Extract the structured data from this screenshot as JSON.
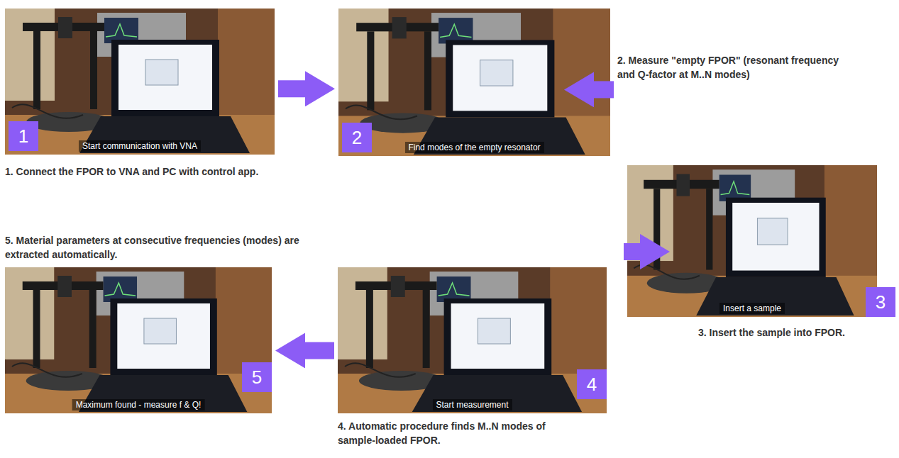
{
  "diagram": {
    "nodes": [
      {
        "text": [
          "1",
          "Start communication with VNA",
          "1. Connect the FPOR to VNA and PC with control app."
        ]
      },
      {
        "text": [
          "2",
          "Find modes of the empty resonator",
          "2. Measure \"empty FPOR\" (resonant frequency and Q-factor at M..N modes)"
        ]
      },
      {
        "text": [
          "3",
          "Insert a sample",
          "3. Insert the sample into FPOR."
        ]
      },
      {
        "text": [
          "4",
          "Start measurement",
          "4. Automatic procedure finds M..N modes of sample-loaded FPOR."
        ]
      },
      {
        "text": [
          "5",
          "Maximum found - measure f & Q!",
          "5. Material parameters at consecutive frequencies (modes) are extracted automatically."
        ]
      }
    ],
    "edges": [
      {
        "from": 0,
        "to": 1,
        "arrow": "to"
      },
      {
        "from": 1,
        "to": 2,
        "arrow": "to"
      },
      {
        "from": 2,
        "to": 3,
        "arrow": "to"
      },
      {
        "from": 3,
        "to": 4,
        "arrow": "to"
      }
    ]
  }
}
